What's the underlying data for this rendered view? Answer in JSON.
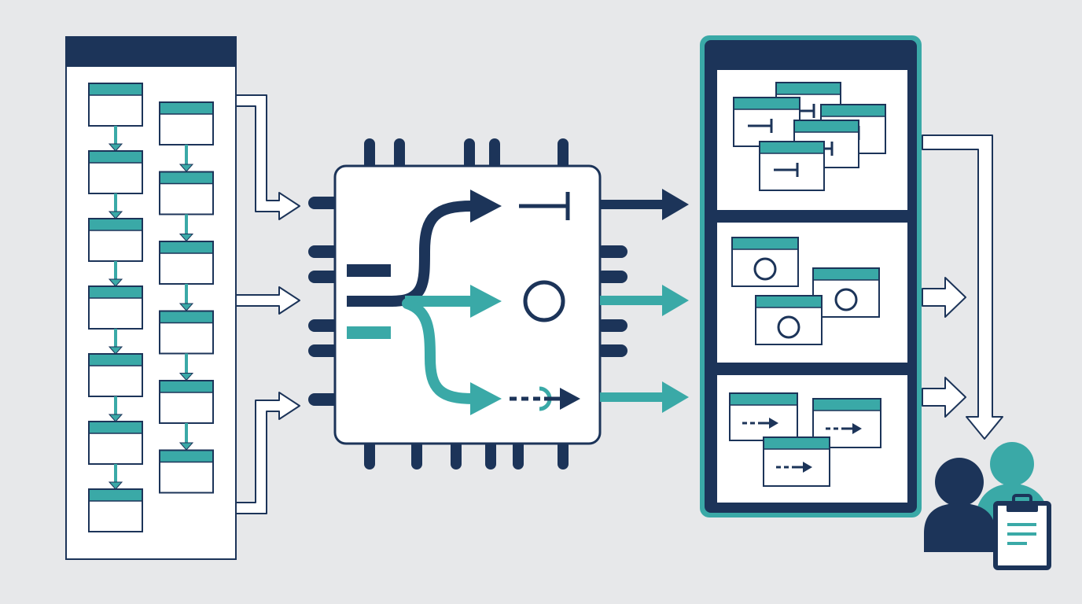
{
  "colors": {
    "background": "#e7e8ea",
    "navy": "#1c3459",
    "teal": "#3aa9a7",
    "white": "#ffffff"
  },
  "nodes": {
    "input_panel": {
      "kind": "task-list",
      "icon": "flowchart-icon",
      "left_column_cards": 7,
      "right_column_cards": 6
    },
    "router_chip": {
      "kind": "processor",
      "icon": "chip-icon",
      "branches": [
        "stop-route",
        "circle-route",
        "dashed-route"
      ]
    },
    "output_panel": {
      "kind": "results-container",
      "groups": [
        {
          "id": "stop-group",
          "icon": "stop-bar-icon",
          "cards": 5
        },
        {
          "id": "circle-group",
          "icon": "circle-icon",
          "cards": 3
        },
        {
          "id": "dashed-group",
          "icon": "dashed-arrow-icon",
          "cards": 3
        }
      ]
    },
    "reviewers": {
      "icon": "users-icon",
      "clipboard": "clipboard-icon"
    }
  },
  "edges": [
    {
      "from": "input_panel",
      "to": "router_chip",
      "style": "hollow-arrow",
      "count": 3
    },
    {
      "from": "router_chip",
      "to": "output_panel",
      "count": 3,
      "colors": [
        "navy",
        "teal",
        "teal"
      ]
    },
    {
      "from": "output_panel",
      "to": "reviewers",
      "style": "hollow-arrow",
      "count": 3
    }
  ]
}
